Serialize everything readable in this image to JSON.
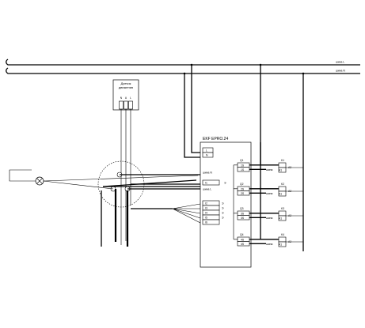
{
  "bus": {
    "phase_label": "шина L",
    "neutral_label": "шина N"
  },
  "sensor": {
    "title_line1": "Датчик",
    "title_line2": "движения",
    "pins": [
      "N",
      "A",
      "L"
    ]
  },
  "controller": {
    "title": "EKF EPRO.24",
    "power_terminals": [
      "L",
      "N"
    ],
    "input_terminals": [
      "I1",
      "I2",
      "I3",
      "I4",
      "I5",
      "I6"
    ],
    "bus_n_label": "шина N",
    "bus_l_label": "шина L",
    "input_marks": [
      "Э",
      "Э",
      "Э",
      "Э",
      "Э"
    ],
    "outputs": [
      {
        "group": "Q1",
        "pins": [
          "1S",
          "1S"
        ]
      },
      {
        "group": "Q2",
        "pins": [
          "2S",
          "2S"
        ]
      },
      {
        "group": "Q3",
        "pins": [
          "3S",
          "3S"
        ]
      },
      {
        "group": "Q4",
        "pins": [
          "4S",
          "4S"
        ]
      }
    ]
  },
  "contactors": [
    {
      "name": "K1",
      "left": "шина",
      "mid": "A1",
      "right": "A2"
    },
    {
      "name": "K2",
      "left": "шина",
      "mid": "A1",
      "right": "A2"
    },
    {
      "name": "K3",
      "left": "шина",
      "mid": "A1",
      "right": "A2"
    },
    {
      "name": "K4",
      "left": "шина",
      "mid": "A1",
      "right": "A2"
    }
  ],
  "colors": {
    "line": "#000000",
    "background": "#ffffff"
  }
}
